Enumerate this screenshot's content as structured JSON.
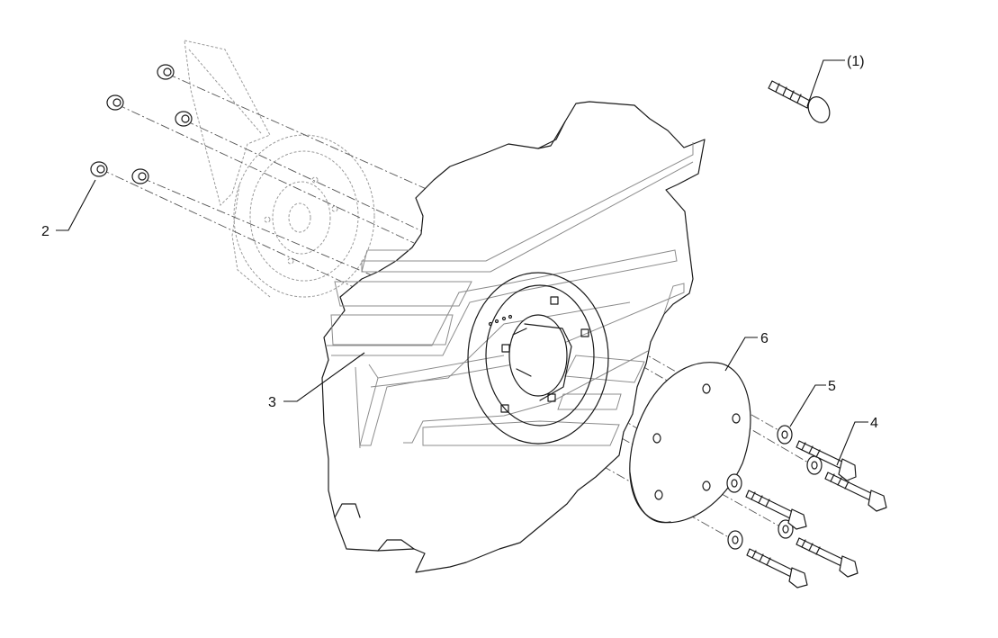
{
  "callouts": {
    "item_1": "(1)",
    "item_2": "2",
    "item_3": "3",
    "item_4": "4",
    "item_5": "5",
    "item_6": "6"
  }
}
